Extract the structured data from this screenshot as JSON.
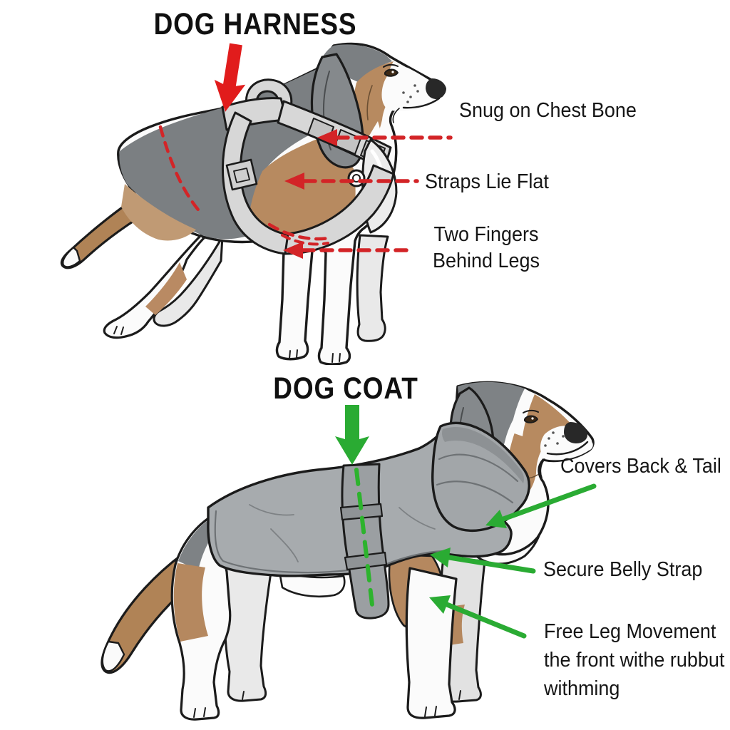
{
  "page": {
    "background": "#ffffff"
  },
  "panels": [
    {
      "id": "harness",
      "title": "DOG HARNESS",
      "accent_color": "#d32427",
      "annotation_style": "dashed-red-arrows",
      "labels": [
        {
          "lines": [
            "Snug on Chest Bone"
          ]
        },
        {
          "lines": [
            "Straps Lie Flat"
          ]
        },
        {
          "lines": [
            "Two Fingers",
            "Behind Legs"
          ]
        }
      ]
    },
    {
      "id": "coat",
      "title": "DOG COAT",
      "accent_color": "#2aab33",
      "annotation_style": "solid-green-arrows",
      "labels": [
        {
          "lines": [
            "Covers Back & Tail"
          ]
        },
        {
          "lines": [
            "Secure Belly Strap"
          ]
        },
        {
          "lines": [
            "Free Leg Movement",
            "the front withe rubbut",
            "withming"
          ]
        }
      ]
    }
  ]
}
